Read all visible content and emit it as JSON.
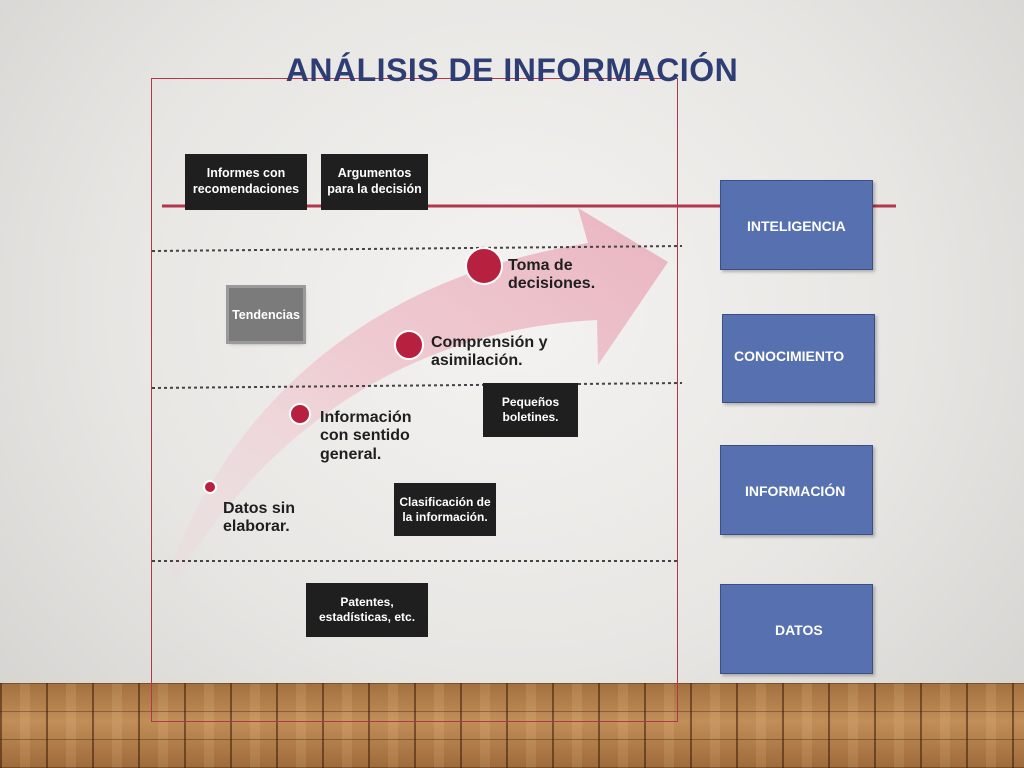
{
  "title": "ANÁLISIS DE INFORMACIÓN",
  "black_boxes": {
    "informes": "Informes con recomendaciones",
    "argumentos": "Argumentos para la decisión",
    "pequenos": "Pequeños boletines.",
    "clasificacion": "Clasificación de la información.",
    "patentes": "Patentes, estadísticas, etc."
  },
  "gray_box": "Tendencias",
  "levels": {
    "inteligencia": "INTELIGENCIA",
    "conocimiento": "CONOCIMIENTO",
    "informacion": "INFORMACIÓN",
    "datos": "DATOS"
  },
  "steps": {
    "datos": "Datos sin elaborar.",
    "informacion": "Información con sentido general.",
    "comprension": "Comprensión y asimilación.",
    "toma": "Toma de decisiones."
  },
  "colors": {
    "accent_red": "#b3364c",
    "node_red": "#b8203f",
    "level_blue": "#5670b0",
    "title_blue": "#2e3d73"
  }
}
